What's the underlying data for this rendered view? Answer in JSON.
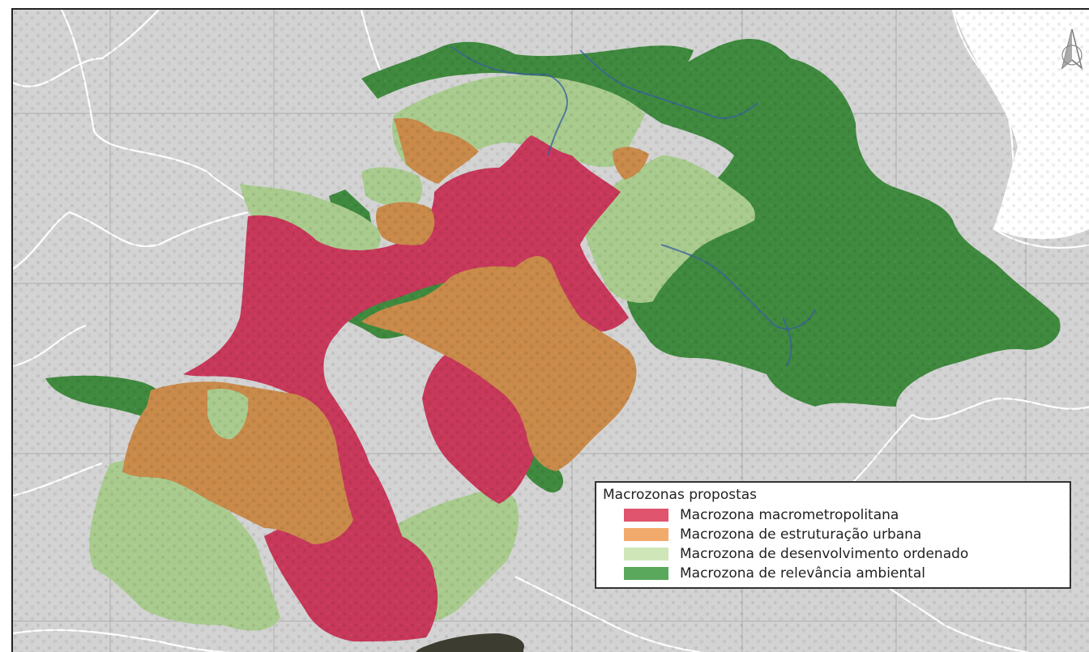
{
  "legend": {
    "title": "Macrozonas propostas",
    "items": [
      {
        "label": "Macrozona macrometropolitana",
        "color": "#e0546e"
      },
      {
        "label": "Macrozona de estruturação urbana",
        "color": "#f2aa6c"
      },
      {
        "label": "Macrozona de desenvolvimento ordenado",
        "color": "#cfe6b8"
      },
      {
        "label": "Macrozona de relevância ambiental",
        "color": "#5aa85c"
      }
    ]
  },
  "colors": {
    "background": "#d3d3d3",
    "boundary_lines": "#ffffff",
    "zone_macrometropolitana": "#c8385a",
    "zone_estruturacao": "#c98a4a",
    "zone_desenvolvimento": "#a9cc8e",
    "zone_relevancia": "#3f8a3e"
  },
  "icons": {
    "north": "north-arrow-icon"
  }
}
